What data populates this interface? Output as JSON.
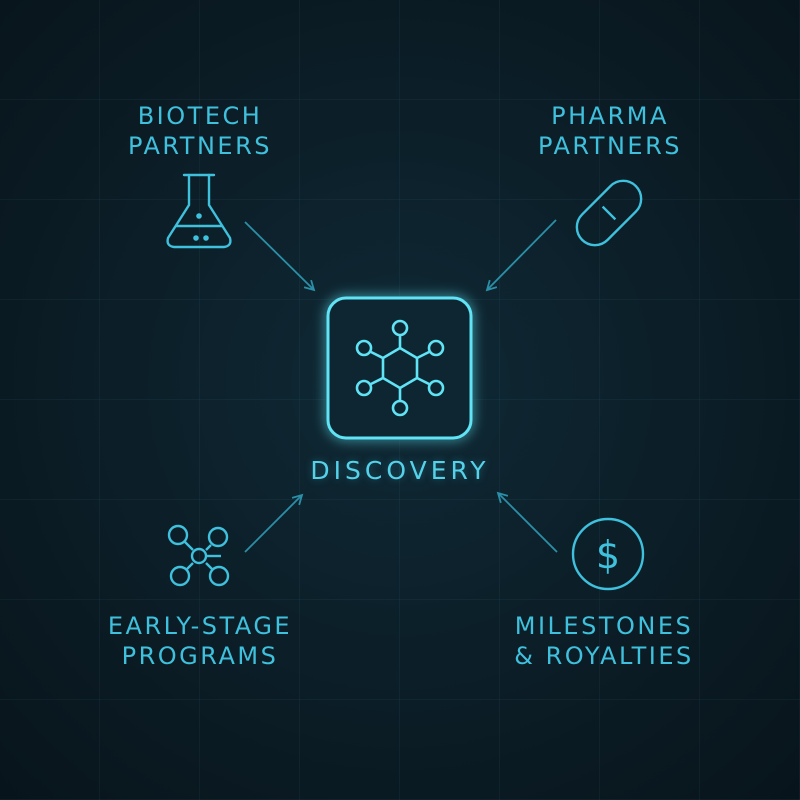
{
  "nodes": {
    "biotech": {
      "line1": "BIOTECH",
      "line2": "PARTNERS",
      "icon": "flask-icon"
    },
    "pharma": {
      "line1": "PHARMA",
      "line2": "PARTNERS",
      "icon": "pill-icon"
    },
    "early": {
      "line1": "EARLY-STAGE",
      "line2": "PROGRAMS",
      "icon": "network-icon"
    },
    "milestones": {
      "line1": "MILESTONES",
      "line2": "& ROYALTIES",
      "icon": "dollar-coin-icon"
    }
  },
  "center": {
    "label": "DISCOVERY",
    "icon": "molecule-icon"
  },
  "colors": {
    "accent": "#3fc0dc",
    "glow": "#5fe3f5",
    "background": "#0b1a22"
  }
}
